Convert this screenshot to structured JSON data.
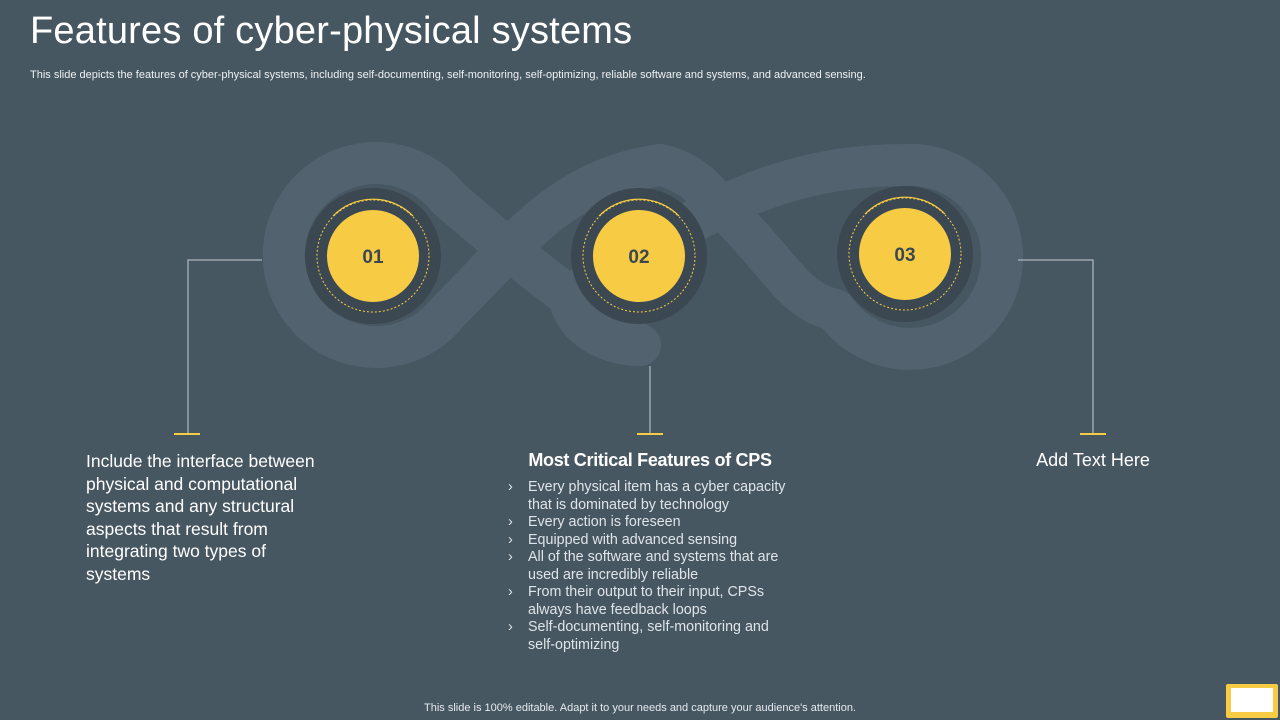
{
  "slide": {
    "title": "Features of cyber-physical systems",
    "subtitle": "This slide depicts the features of cyber-physical systems, including self-documenting, self-monitoring, self-optimizing, reliable software and systems, and advanced sensing.",
    "footer": "This slide is 100% editable. Adapt it to your needs and capture your audience's attention."
  },
  "steps": [
    {
      "number": "01"
    },
    {
      "number": "02"
    },
    {
      "number": "03"
    }
  ],
  "left_panel": {
    "text": "Include the interface between physical and computational systems and any structural aspects that result from integrating two types of systems"
  },
  "middle_panel": {
    "title": "Most Critical Features of CPS",
    "bullet_icon": "chevron-right-icon",
    "bullets": [
      "Every physical item has a cyber capacity that is dominated by technology",
      "Every action is foreseen",
      "Equipped with advanced sensing",
      "All of the software and systems that are used are incredibly reliable",
      "From their output to their input, CPSs always have feedback loops",
      "Self-documenting, self-monitoring and self-optimizing"
    ]
  },
  "right_panel": {
    "text": "Add Text Here"
  },
  "colors": {
    "background": "#475762",
    "ribbon": "#52626e",
    "ring": "#3b4852",
    "accent": "#f7cc44",
    "connector": "#c8ced3"
  }
}
